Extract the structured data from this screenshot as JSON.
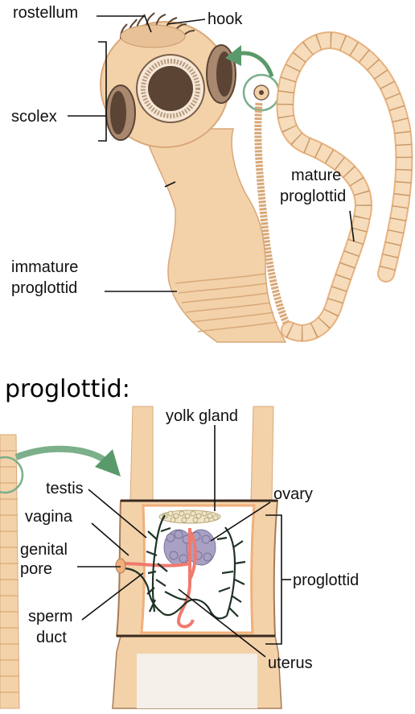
{
  "labels": {
    "rostellum": "rostellum",
    "hook": "hook",
    "scolex": "scolex",
    "immature_proglottid_1": "immature",
    "immature_proglottid_2": "proglottid",
    "mature_proglottid_1": "mature",
    "mature_proglottid_2": "proglottid",
    "section_title": "proglottid:",
    "yolk_gland": "yolk gland",
    "testis": "testis",
    "vagina": "vagina",
    "genital_pore_1": "genital",
    "genital_pore_2": "pore",
    "sperm_duct_1": "sperm",
    "sperm_duct_2": "duct",
    "ovary": "ovary",
    "proglottid": "proglottid",
    "uterus": "uterus"
  },
  "colors": {
    "body": "#f3d2aa",
    "body_shade": "#e2b785",
    "sucker_dark": "#5b4434",
    "arrow_green": "#5a9a6a",
    "ovary_purple": "#a9a1c4",
    "uterus_red": "#f07a6e",
    "duct_dark": "#1f3326",
    "band_orange": "#f0b07a"
  }
}
